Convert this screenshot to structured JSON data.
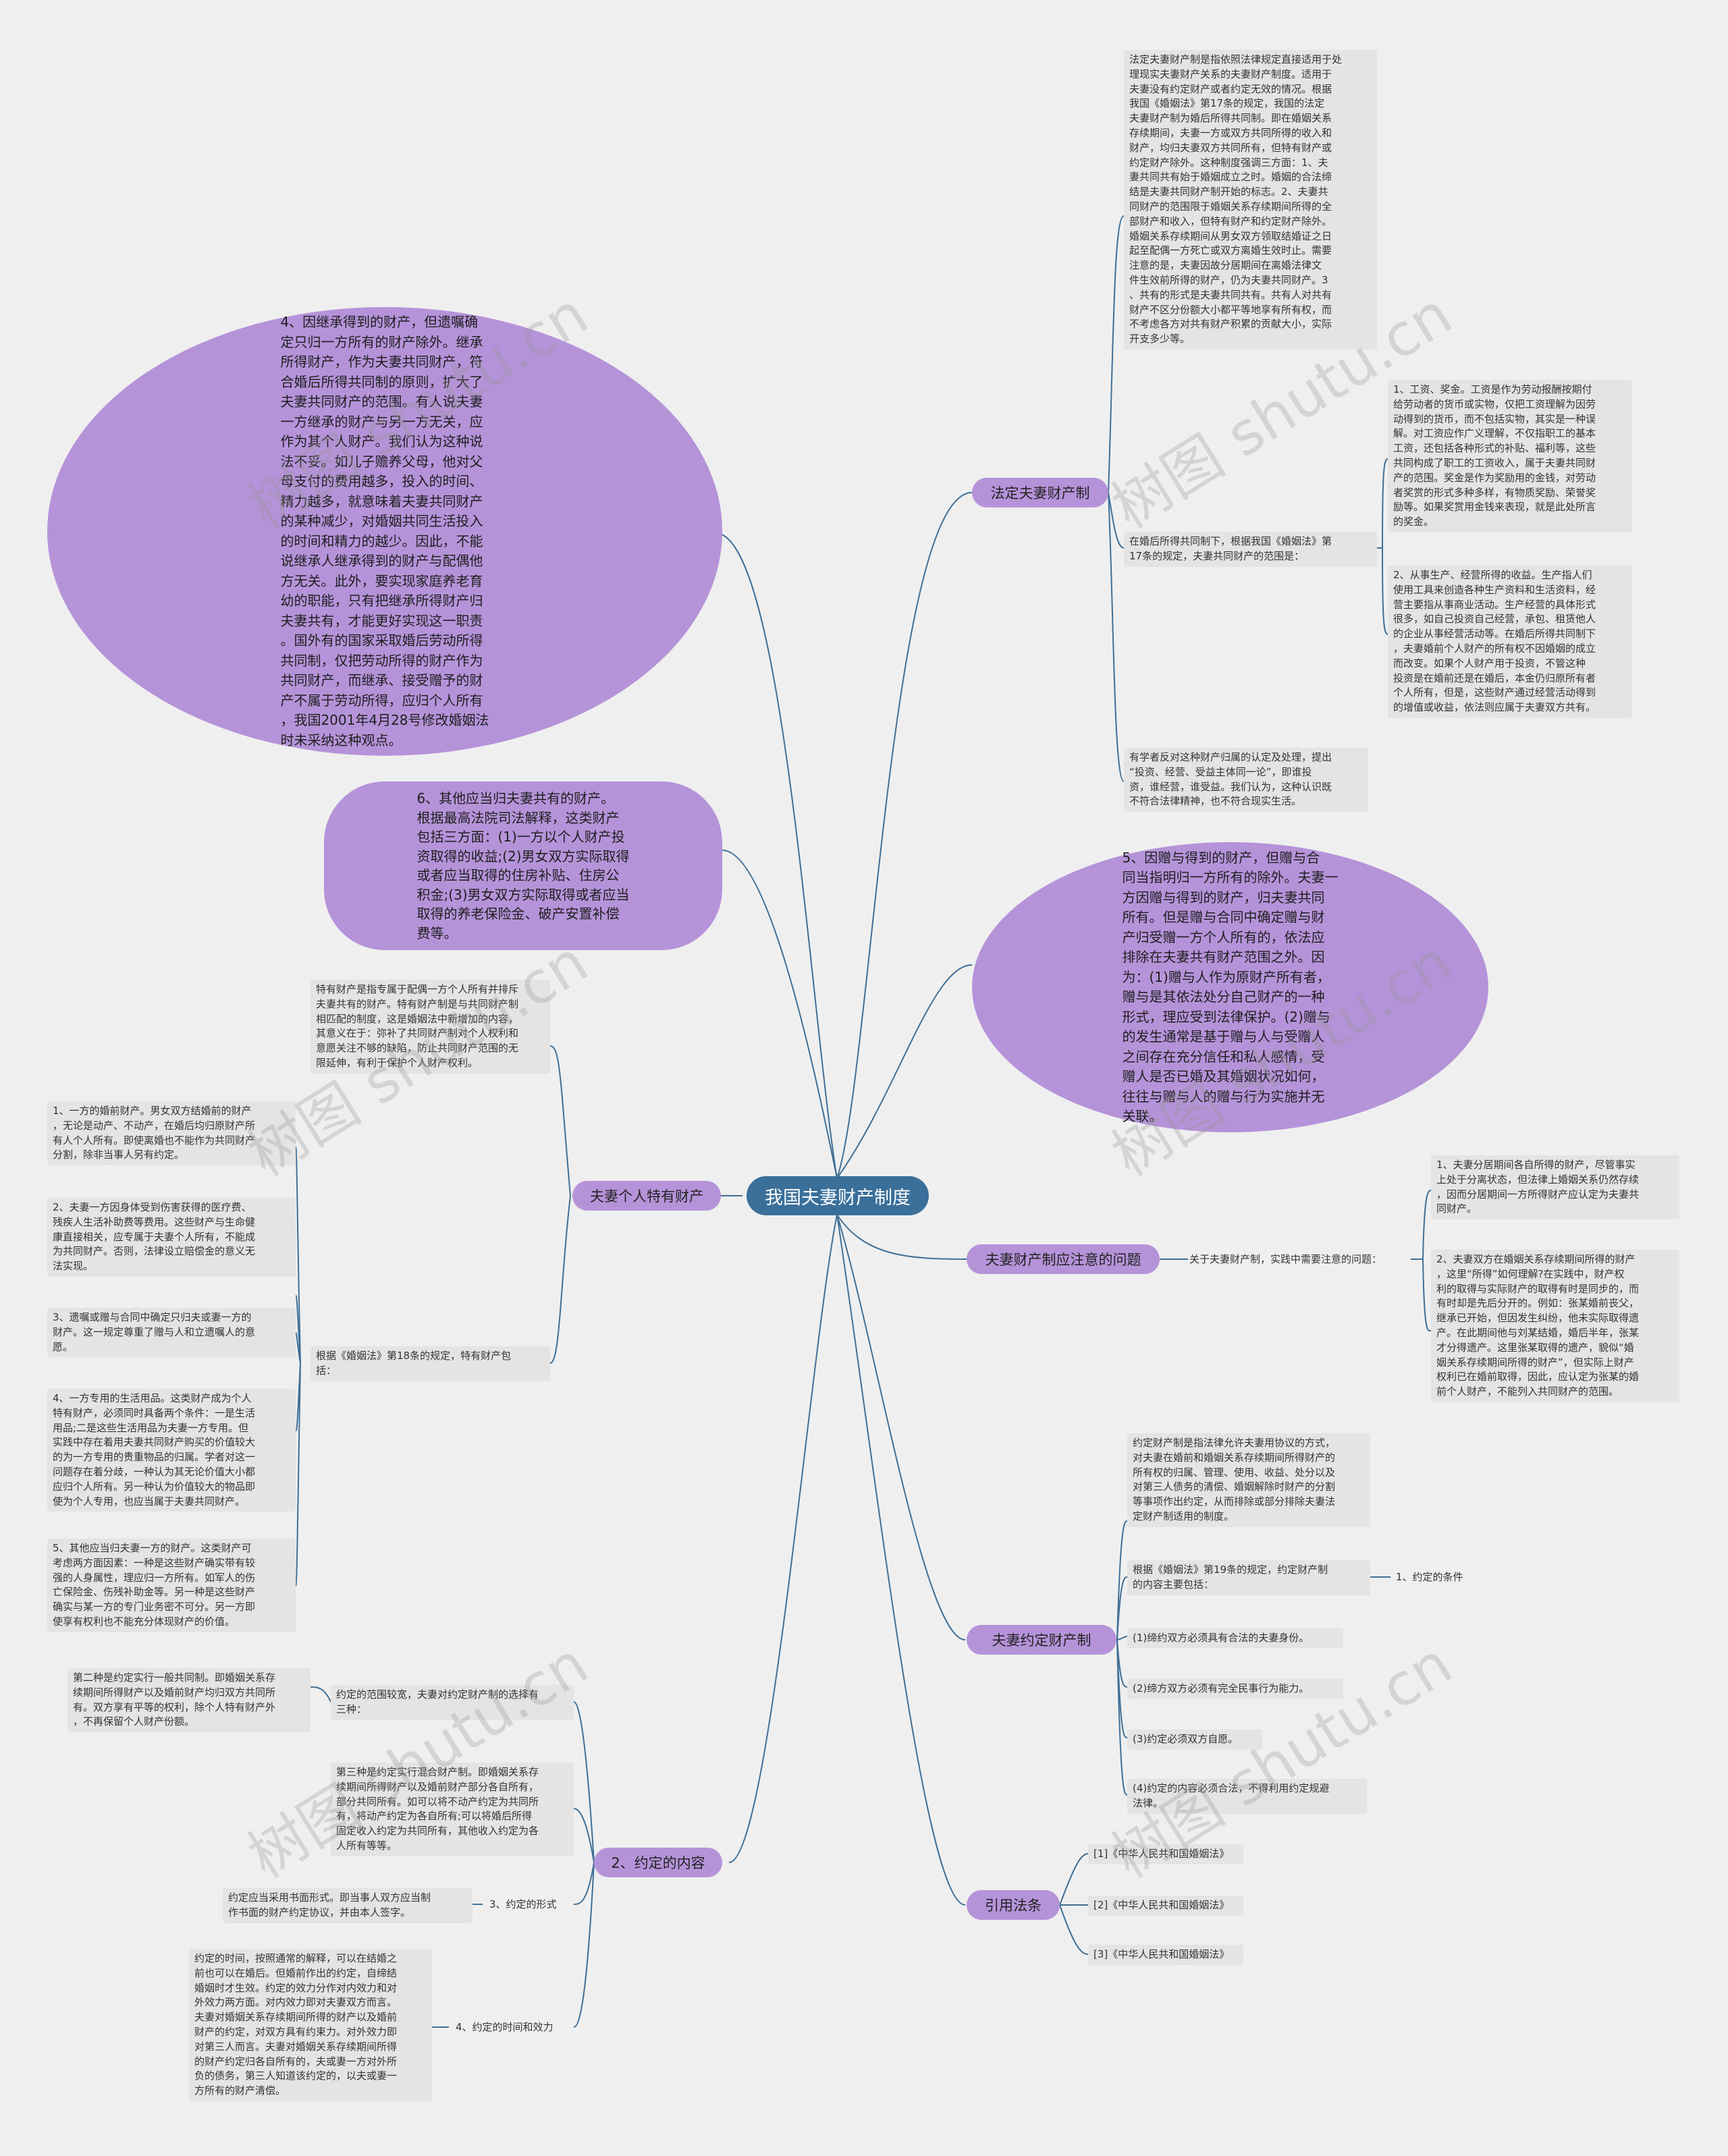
{
  "root": {
    "label": "我国夫妻财产制度"
  },
  "branches": {
    "legal": "法定夫妻财产制",
    "separate": "夫妻个人特有财产",
    "notice": "夫妻财产制应注意的问题",
    "agreed": "夫妻约定财产制",
    "agreed_content": "2、约定的内容",
    "refs": "引用法条"
  },
  "bubbles": {
    "b4": "4、因继承得到的财产，但遗嘱确\n定只归一方所有的财产除外。继承\n所得财产，作为夫妻共同财产，符\n合婚后所得共同制的原则，扩大了\n夫妻共同财产的范围。有人说夫妻\n一方继承的财产与另一方无关，应\n作为其个人财产。我们认为这种说\n法不妥。如儿子赡养父母，他对父\n母支付的费用越多，投入的时间、\n精力越多，就意味着夫妻共同财产\n的某种减少，对婚姻共同生活投入\n的时间和精力的越少。因此，不能\n说继承人继承得到的财产与配偶他\n方无关。此外，要实现家庭养老育\n幼的职能，只有把继承所得财产归\n夫妻共有，才能更好实现这一职责\n。国外有的国家采取婚后劳动所得\n共同制，仅把劳动所得的财产作为\n共同财产，而继承、接受赠予的财\n产不属于劳动所得，应归个人所有\n，我国2001年4月28号修改婚姻法\n时未采纳这种观点。",
    "b6": "6、其他应当归夫妻共有的财产。\n根据最高法院司法解释，这类财产\n包括三方面：(1)一方以个人财产投\n资取得的收益;(2)男女双方实际取得\n或者应当取得的住房补贴、住房公\n积金;(3)男女双方实际取得或者应当\n取得的养老保险金、破产安置补偿\n费等。",
    "b5": "5、因赠与得到的财产，但赠与合\n同当指明归一方所有的除外。夫妻一\n方因赠与得到的财产，归夫妻共同\n所有。但是赠与合同中确定赠与财\n产归受赠一方个人所有的，依法应\n排除在夫妻共有财产范围之外。因\n为：(1)赠与人作为原财产所有者，\n赠与是其依法处分自己财产的一种\n形式，理应受到法律保护。(2)赠与\n的发生通常是基于赠与人与受赠人\n之间存在充分信任和私人感情，受\n赠人是否已婚及其婚姻状况如何，\n往往与赠与人的赠与行为实施并无\n关联。"
  },
  "notes": {
    "legal_def": "法定夫妻财产制是指依照法律规定直接适用于处\n理现实夫妻财产关系的夫妻财产制度。适用于\n夫妻没有约定财产或者约定无效的情况。根据\n我国《婚姻法》第17条的规定，我国的法定\n夫妻财产制为婚后所得共同制。即在婚姻关系\n存续期间，夫妻一方或双方共同所得的收入和\n财产，均归夫妻双方共同所有，但特有财产或\n约定财产除外。这种制度强调三方面：1、夫\n妻共同共有始于婚姻成立之时。婚姻的合法缔\n结是夫妻共同财产制开始的标志。2、夫妻共\n同财产的范围限于婚姻关系存续期间所得的全\n部财产和收入，但特有财产和约定财产除外。\n婚姻关系存续期间从男女双方领取结婚证之日\n起至配偶一方死亡或双方离婚生效时止。需要\n注意的是，夫妻因故分居期间在离婚法律文\n件生效前所得的财产，仍为夫妻共同财产。3\n、共有的形式是夫妻共同共有。共有人对共有\n财产不区分份额大小都平等地享有所有权，而\n不考虑各方对共有财产积累的贡献大小，实际\n开支多少等。",
    "legal_scope": "在婚后所得共同制下，根据我国《婚姻法》第\n17条的规定，夫妻共同财产的范围是：",
    "wages": "1、工资、奖金。工资是作为劳动报酬按期付\n给劳动者的货币或实物，仅把工资理解为因劳\n动得到的货币，而不包括实物，其实是一种误\n解。对工资应作广义理解，不仅指职工的基本\n工资，还包括各种形式的补贴、福利等，这些\n共同构成了职工的工资收入，属于夫妻共同财\n产的范围。奖金是作为奖励用的金钱，对劳动\n者奖赏的形式多种多样，有物质奖励、荣誉奖\n励等。如果奖赏用金钱来表现，就是此处所言\n的奖金。",
    "business": "2、从事生产、经营所得的收益。生产指人们\n使用工具来创造各种生产资料和生活资料，经\n营主要指从事商业活动。生产经营的具体形式\n很多，如自己投资自己经营，承包、租赁他人\n的企业从事经营活动等。在婚后所得共同制下\n，夫妻婚前个人财产的所有权不因婚姻的成立\n而改变。如果个人财产用于投资，不管这种\n投资是在婚前还是在婚后，本金仍归原所有者\n个人所有，但是，这些财产通过经营活动得到\n的增值或收益，依法则应属于夫妻双方共有。",
    "legal_scholar": "有学者反对这种财产归属的认定及处理，提出\n“投资、经营、受益主体同一论”，即谁投\n资，谁经营，谁受益。我们认为，这种认识既\n不符合法律精神，也不符合现实生活。",
    "sep_def": "特有财产是指专属于配偶一方个人所有并排斥\n夫妻共有的财产。特有财产制是与共同财产制\n相匹配的制度，这是婚姻法中新增加的内容，\n其意义在于：弥补了共同财产制对个人权利和\n意愿关注不够的缺陷，防止共同财产范围的无\n限延伸，有利于保护个人财产权利。",
    "sep_basis": "根据《婚姻法》第18条的规定，特有财产包\n括：",
    "sep1": "1、一方的婚前财产。男女双方结婚前的财产\n，无论是动产、不动产，在婚后均归原财产所\n有人个人所有。即使离婚也不能作为共同财产\n分割，除非当事人另有约定。",
    "sep2": "2、夫妻一方因身体受到伤害获得的医疗费、\n残疾人生活补助费等费用。这些财产与生命健\n康直接相关，应专属于夫妻个人所有，不能成\n为共同财产。否则，法律设立赔偿金的意义无\n法实现。",
    "sep3": "3、遗嘱或赠与合同中确定只归夫或妻一方的\n财产。这一规定尊重了赠与人和立遗嘱人的意\n愿。",
    "sep4": "4、一方专用的生活用品。这类财产成为个人\n特有财产，必须同时具备两个条件：一是生活\n用品;二是这些生活用品为夫妻一方专用。但\n实践中存在着用夫妻共同财产购买的价值较大\n的为一方专用的贵重物品的归属。学者对这一\n问题存在着分歧，一种认为其无论价值大小都\n应归个人所有。另一种认为价值较大的物品即\n使为个人专用，也应当属于夫妻共同财产。",
    "sep5": "5、其他应当归夫妻一方的财产。这类财产可\n考虑两方面因素：一种是这些财产确实带有较\n强的人身属性，理应归一方所有。如军人的伤\n亡保险金、伤残补助金等。另一种是这些财产\n确实与某一方的专门业务密不可分。另一方即\n使享有权利也不能充分体现财产的价值。",
    "notice_intro": "关于夫妻财产制，实践中需要注意的问题：",
    "notice1": "1、夫妻分居期间各自所得的财产，尽管事实\n上处于分离状态，但法律上婚姻关系仍然存续\n，因而分居期间一方所得财产应认定为夫妻共\n同财产。",
    "notice2": "2、夫妻双方在婚姻关系存续期间所得的财产\n，这里“所得”如何理解?在实践中，财产权\n利的取得与实际财产的取得有时是同步的，而\n有时却是先后分开的。例如：张某婚前丧父，\n继承已开始，但因发生纠纷，他未实际取得遗\n产。在此期间他与刘某结婚，婚后半年，张某\n才分得遗产。这里张某取得的遗产，貌似“婚\n姻关系存续期间所得的财产”，但实际上财产\n权利已在婚前取得，因此，应认定为张某的婚\n前个人财产，不能列入共同财产的范围。",
    "agr_def": "约定财产制是指法律允许夫妻用协议的方式，\n对夫妻在婚前和婚姻关系存续期间所得财产的\n所有权的归属、管理、使用、收益、处分以及\n对第三人债务的清偿、婚姻解除时财产的分割\n等事项作出约定，从而排除或部分排除夫妻法\n定财产制适用的制度。",
    "agr_basis": "根据《婚姻法》第19条的规定，约定财产制\n的内容主要包括：",
    "agr_c1": "(1)缔约双方必须具有合法的夫妻身份。",
    "agr_c2": "(2)缔方双方必须有完全民事行为能力。",
    "agr_c3": "(3)约定必须双方自愿。",
    "agr_c4": "(4)约定的内容必须合法，不得利用约定规避\n法律。",
    "scope_intro": "约定的范围较宽，夫妻对约定财产制的选择有\n三种：",
    "scope2": "第二种是约定实行一般共同制。即婚姻关系存\n续期间所得财产以及婚前财产均归双方共同所\n有。双方享有平等的权利，除个人特有财产外\n，不再保留个人财产份额。",
    "scope3": "第三种是约定实行混合财产制。即婚姻关系存\n续期间所得财产以及婚前财产部分各自所有，\n部分共同所有。如可以将不动产约定为共同所\n有，将动产约定为各自所有;可以将婚后所得\n固定收入约定为共同所有，其他收入约定为各\n人所有等等。",
    "form_note": "约定应当采用书面形式。即当事人双方应当制\n作书面的财产约定协议，并由本人签字。",
    "time_note": "约定的时间，按照通常的解释，可以在结婚之\n前也可以在婚后。但婚前作出的约定，自缔结\n婚姻时才生效。约定的效力分作对内效力和对\n外效力两方面。对内效力即对夫妻双方而言。\n夫妻对婚姻关系存续期间所得的财产以及婚前\n财产的约定，对双方具有约束力。对外效力即\n对第三人而言。夫妻对婚姻关系存续期间所得\n的财产约定归各自所有的，夫或妻一方对外所\n负的债务，第三人知道该约定的，以夫或妻一\n方所有的财产清偿。",
    "ref1": "[1]《中华人民共和国婚姻法》",
    "ref2": "[2]《中华人民共和国婚姻法》",
    "ref3": "[3]《中华人民共和国婚姻法》"
  },
  "labels": {
    "agr_cond": "1、约定的条件",
    "agr_form": "3、约定的形式",
    "agr_time": "4、约定的时间和效力"
  },
  "watermark": "树图 shutu.cn",
  "colors": {
    "root": "#3a6f9a",
    "branch": "#b593d9",
    "line": "#3f6f96",
    "note_bg": "#e4e4e4",
    "page_bg": "#efefef"
  }
}
